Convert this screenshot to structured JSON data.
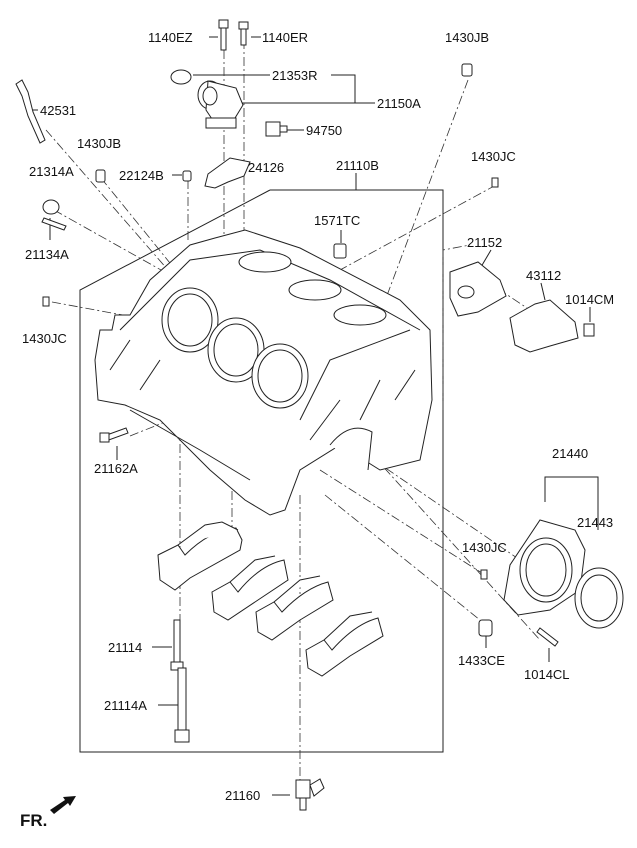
{
  "parts": {
    "p1140EZ": "1140EZ",
    "p1140ER": "1140ER",
    "p1430JB_top": "1430JB",
    "p21353R": "21353R",
    "p21150A": "21150A",
    "p42531": "42531",
    "p94750": "94750",
    "p1430JB_left": "1430JB",
    "p21314A": "21314A",
    "p22124B": "22124B",
    "p24126": "24126",
    "p21110B": "21110B",
    "p1430JC_right": "1430JC",
    "p1571TC": "1571TC",
    "p21134A": "21134A",
    "p21152": "21152",
    "p43112": "43112",
    "p1014CM": "1014CM",
    "p1430JC_left": "1430JC",
    "p21162A": "21162A",
    "p21440": "21440",
    "p21443": "21443",
    "p1430JC_lower": "1430JC",
    "p21114": "21114",
    "p1433CE": "1433CE",
    "p1014CL": "1014CL",
    "p21114A": "21114A",
    "p21160": "21160"
  },
  "direction": "FR."
}
